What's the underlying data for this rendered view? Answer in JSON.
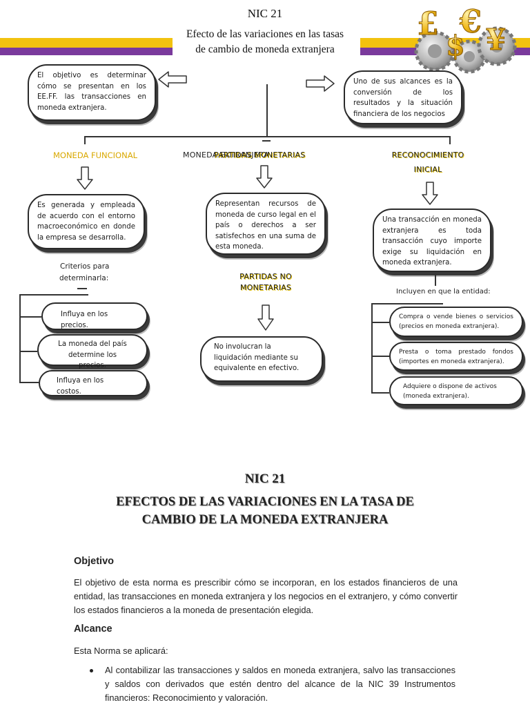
{
  "header": {
    "title": "NIC 21",
    "subtitle_line1": "Efecto de las variaciones en las tasas",
    "subtitle_line2": "de cambio de moneda extranjera",
    "colors": {
      "yellow": "#f2c20f",
      "purple": "#7a3a9c"
    }
  },
  "map": {
    "objective": "El objetivo es determinar cómo se presentan en los EE.FF. las transacciones en moneda extranjera.",
    "scope": "Uno de sus alcances es la conversión de los resultados y la situación financiera de los negocios",
    "functional_heading": "MONEDA FUNCIONAL",
    "middle_heading_overlap_a": "MONEDA EXTRANJERA",
    "middle_heading_overlap_b": "PARTIDAS MONETARIAS",
    "recognition_heading_1": "RECONOCIMIENTO",
    "recognition_heading_2": "INICIAL",
    "functional_desc": "Es generada y empleada de acuerdo con el entorno macroeconómico en donde la empresa se desarrolla.",
    "monetary_desc": "Representan recursos de moneda de curso legal en el país o derechos a ser satisfechos en una suma de esta moneda.",
    "recognition_desc": "Una transacción en moneda extranjera es toda transacción cuyo importe exige su liquidación en moneda extranjera.",
    "criteria_label_1": "Criterios para",
    "criteria_label_2": "determinarla:",
    "criteria": [
      "Influya en los precios.",
      "La moneda del país determine los precios.",
      "Influya en los costos."
    ],
    "non_monetary_heading_1": "PARTIDAS NO",
    "non_monetary_heading_2": "MONETARIAS",
    "non_monetary_desc": "No involucran la liquidación mediante su equivalente en efectivo.",
    "includes_label": "Incluyen en que la entidad:",
    "includes": [
      "Compra o vende bienes o servicios (precios en moneda extranjera).",
      "Presta o toma prestado fondos (importes en moneda extranjera).",
      "Adquiere o dispone de activos (moneda extranjera)."
    ]
  },
  "document": {
    "title": "NIC 21",
    "heading_line1": "EFECTOS DE LAS VARIACIONES EN LA TASA DE",
    "heading_line2": "CAMBIO DE LA MONEDA EXTRANJERA",
    "objective_heading": "Objetivo",
    "objective_text": "El objetivo de esta norma es prescribir cómo se incorporan, en los estados financieros de una entidad, las transacciones en moneda extranjera y los negocios en el extranjero, y cómo convertir los estados financieros a la moneda de presentación elegida.",
    "scope_heading": "Alcance",
    "scope_intro": "Esta Norma se aplicará:",
    "scope_bullet": "Al contabilizar las transacciones y saldos en moneda extranjera, salvo las transacciones y saldos con derivados que estén dentro del alcance de la NIC 39 Instrumentos financieros: Reconocimiento y valoración."
  },
  "icons": {
    "currency_gears": "currency-gears-icon",
    "arrow": "hand-drawn-arrow-icon",
    "symbols": [
      "£",
      "$",
      "€",
      "¥"
    ]
  }
}
